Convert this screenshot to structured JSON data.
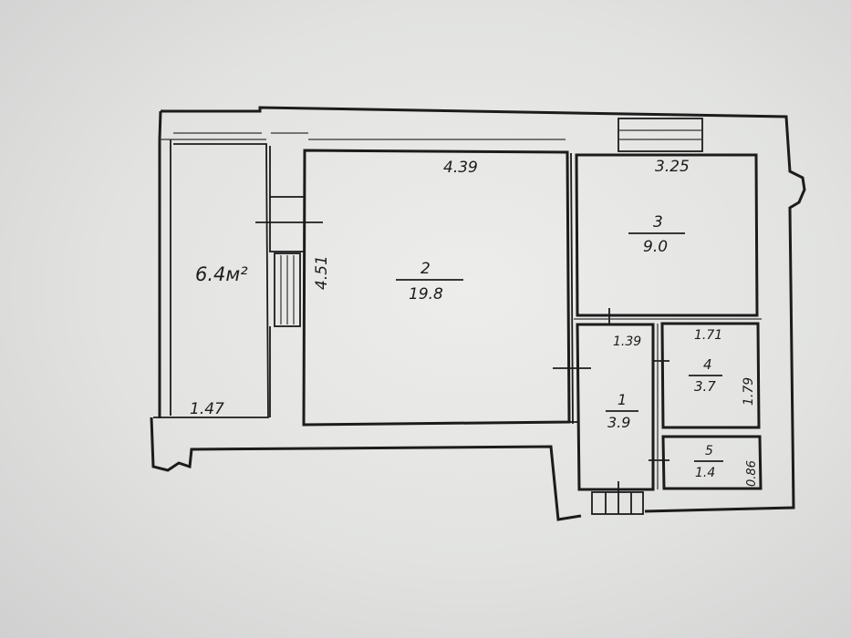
{
  "plan": {
    "balcony": {
      "area": "6.4м²",
      "width": "1.47"
    },
    "room2": {
      "number": "2",
      "area": "19.8",
      "top_dim": "4.39",
      "side_dim": "4.51"
    },
    "room3": {
      "number": "3",
      "area": "9.0",
      "top_dim": "3.25"
    },
    "room1": {
      "number": "1",
      "area": "3.9",
      "top_dim": "1.39"
    },
    "room4": {
      "number": "4",
      "area": "3.7",
      "top_dim": "1.71",
      "side_dim": "1.79"
    },
    "room5": {
      "number": "5",
      "area": "1.4",
      "side_dim": "0.86"
    }
  }
}
